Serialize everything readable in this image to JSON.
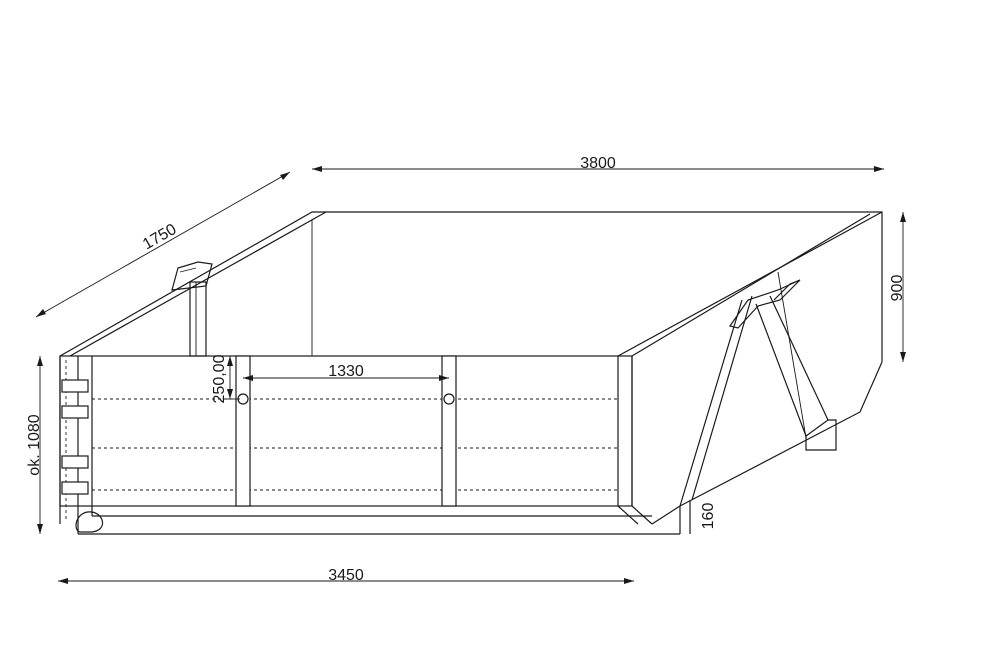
{
  "dimensions": {
    "top_length": "3800",
    "depth": "1750",
    "inner_span": "1330",
    "hook_offset": "250,00",
    "height_total": "ok. 1080",
    "end_height": "900",
    "base_height": "160",
    "bottom_length": "3450"
  },
  "colors": {
    "line": "#1a1a1a",
    "background": "#ffffff"
  }
}
